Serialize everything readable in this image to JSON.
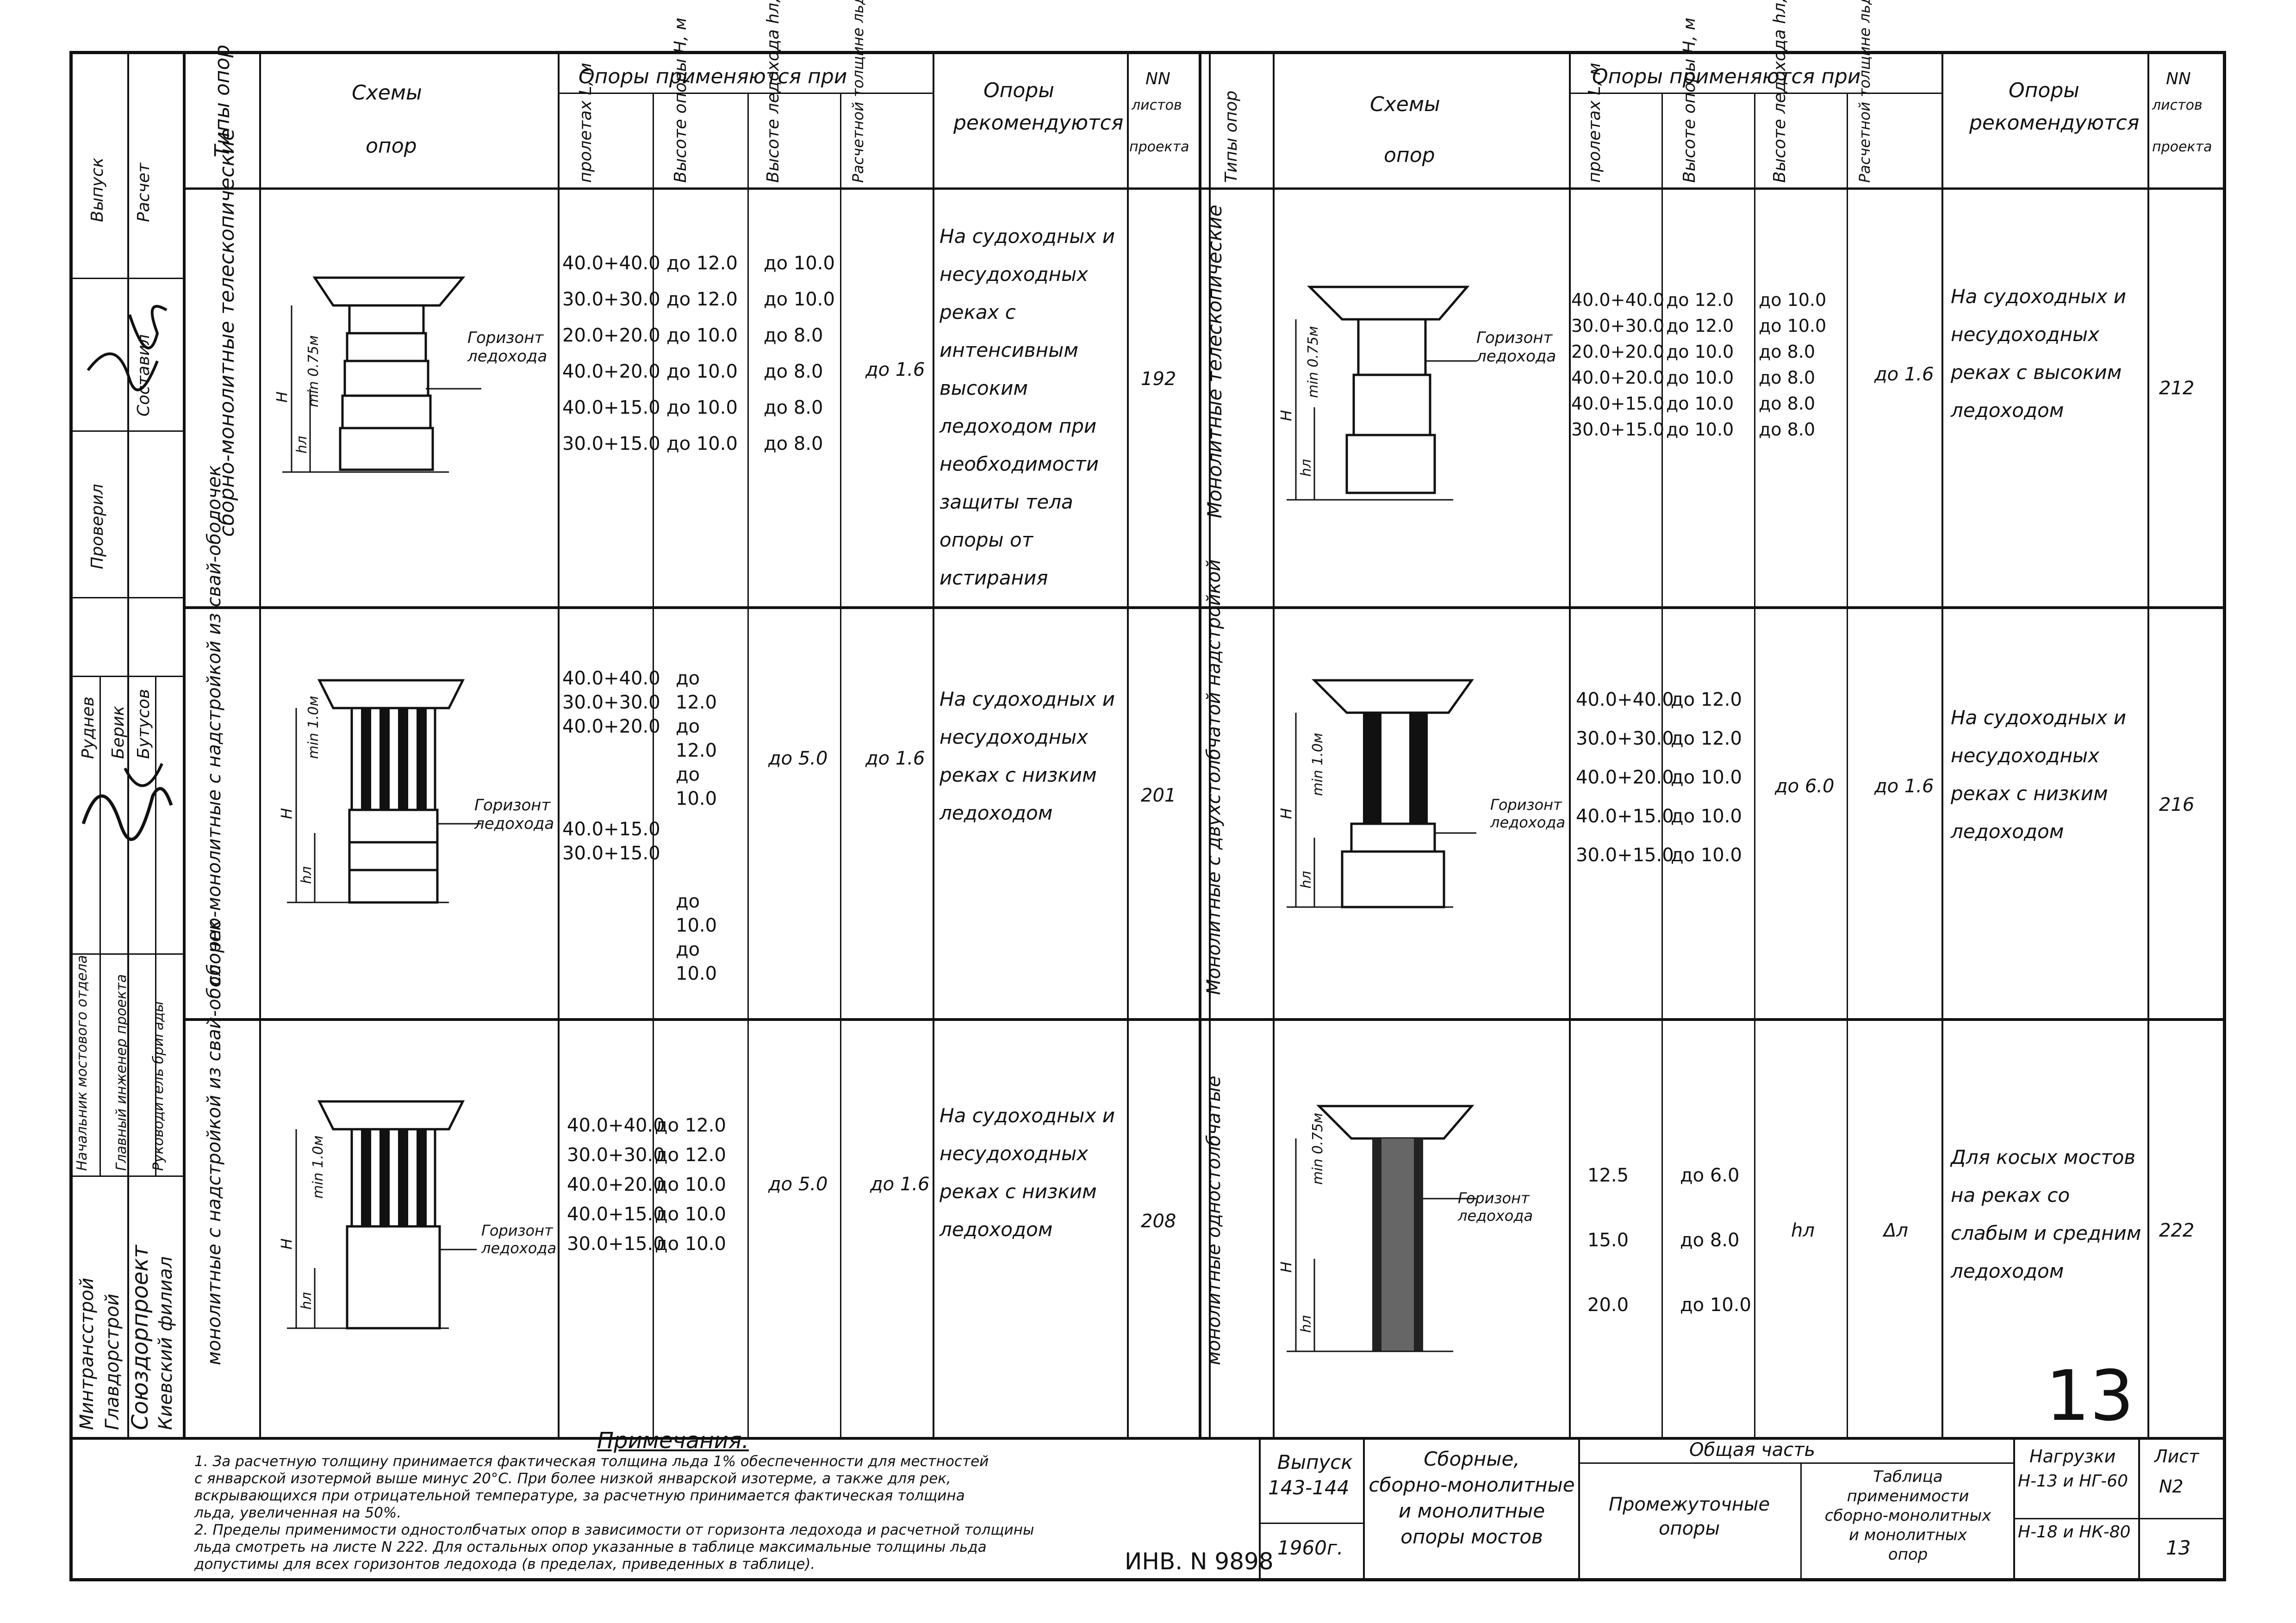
{
  "side_stamp": {
    "roles": [
      "Выпуск",
      "Расчет",
      "Составил",
      "Проверил",
      "Руднев",
      "Берик",
      "Бутусов"
    ],
    "positions": [
      "Начальник мостового отдела",
      "Главный инженер проекта",
      "Руководитель бригады"
    ],
    "org_lines": [
      "Минтрансстрой",
      "Главдорстрой",
      "Союздорпроект",
      "Киевский филиал"
    ]
  },
  "headers": {
    "type": "Типы опор",
    "schemes_l1": "Схемы",
    "schemes_l2": "опор",
    "applied": "Опоры применяются при",
    "span": "пролетах L, м",
    "height": "Высоте опоры H, м",
    "ice_height": "Высоте ледохода hл, м",
    "ice_thickness": "Расчетной толщине льда, м",
    "recommended_l1": "Опоры",
    "recommended_l2": "рекомендуются",
    "sheet_no_l1": "NN",
    "sheet_no_l2": "листов",
    "sheet_no_l3": "проекта"
  },
  "left_rows": [
    {
      "type": "сборно-монолитные телескопические",
      "min_label": "min 0.75м",
      "ice_label": "Горизонт ледохода",
      "spans": [
        "40.0+40.0",
        "30.0+30.0",
        "20.0+20.0",
        "40.0+20.0",
        "40.0+15.0",
        "30.0+15.0"
      ],
      "heights": [
        "до 12.0",
        "до 12.0",
        "до 10.0",
        "до 10.0",
        "до 10.0",
        "до 10.0"
      ],
      "ice_heights": [
        "до 10.0",
        "до 10.0",
        "до 8.0",
        "до 8.0",
        "до 8.0",
        "до 8.0"
      ],
      "ice_thickness": "до 1.6",
      "recommended": "На судоходных и несудоходных реках с интенсивным высоким ледоходом при необходимости защиты тела опоры от истирания",
      "sheet": "192"
    },
    {
      "type": "сборно-монолитные с надстройкой из свай-оболочек",
      "min_label": "min 1.0м",
      "ice_label": "Горизонт ледохода",
      "spans": [
        "40.0+40.0",
        "30.0+30.0",
        "40.0+20.0",
        "40.0+15.0",
        "30.0+15.0"
      ],
      "heights": [
        "до 12.0",
        "до 12.0",
        "до 10.0",
        "до 10.0",
        "до 10.0"
      ],
      "ice_heights": [
        "до 5.0"
      ],
      "ice_thickness": "до 1.6",
      "recommended": "На судоходных и несудоходных реках с низким ледоходом",
      "sheet": "201"
    },
    {
      "type": "монолитные с надстройкой из свай-оболочек",
      "min_label": "min 1.0м",
      "ice_label": "Горизонт ледохода",
      "spans": [
        "40.0+40.0",
        "30.0+30.0",
        "40.0+20.0",
        "40.0+15.0",
        "30.0+15.0"
      ],
      "heights": [
        "до 12.0",
        "до 12.0",
        "до 10.0",
        "до 10.0",
        "до 10.0"
      ],
      "ice_heights": [
        "до 5.0"
      ],
      "ice_thickness": "до 1.6",
      "recommended": "На судоходных и несудоходных реках с низким ледоходом",
      "sheet": "208"
    }
  ],
  "right_rows": [
    {
      "type": "Монолитные телескопические",
      "min_label": "min 0.75м",
      "ice_label": "Горизонт ледохода",
      "spans": [
        "40.0+40.0",
        "30.0+30.0",
        "20.0+20.0",
        "40.0+20.0",
        "40.0+15.0",
        "30.0+15.0"
      ],
      "heights": [
        "до 12.0",
        "до 12.0",
        "до 10.0",
        "до 10.0",
        "до 10.0",
        "до 10.0"
      ],
      "ice_heights": [
        "до 10.0",
        "до 10.0",
        "до 8.0",
        "до 8.0",
        "до 8.0",
        "до 8.0"
      ],
      "ice_thickness": "до 1.6",
      "recommended": "На судоходных и несудоходных реках с высоким ледоходом",
      "sheet": "212"
    },
    {
      "type": "Монолитные с двухстолбчатой надстройкой",
      "min_label": "min 1.0м",
      "ice_label": "Горизонт ледохода",
      "spans": [
        "40.0+40.0",
        "30.0+30.0",
        "40.0+20.0",
        "40.0+15.0",
        "30.0+15.0"
      ],
      "heights": [
        "до 12.0",
        "до 12.0",
        "до 10.0",
        "до 10.0",
        "до 10.0"
      ],
      "ice_heights": [
        "до 6.0"
      ],
      "ice_thickness": "до 1.6",
      "recommended": "На судоходных и несудоходных реках с низким ледоходом",
      "sheet": "216"
    },
    {
      "type": "монолитные одностолбчатые",
      "min_label": "min 0.75м",
      "ice_label": "Горизонт ледохода",
      "spans": [
        "12.5",
        "15.0",
        "20.0"
      ],
      "heights": [
        "до 6.0",
        "до 8.0",
        "до 10.0"
      ],
      "ice_heights": [
        "hл"
      ],
      "ice_thickness": "Δл",
      "recommended": "Для косых мостов на реках со слабым и средним ледоходом",
      "sheet": "222"
    }
  ],
  "notes": {
    "title": "Примечания.",
    "lines": [
      "1. За расчетную толщину принимается фактическая толщина льда 1% обеспеченности для местностей",
      "с январской изотермой выше минус 20°С. При более низкой январской изотерме, а также для рек,",
      "вскрывающихся при отрицательной температуре, за расчетную принимается фактическая толщина",
      "льда, увеличенная на 50%.",
      "2. Пределы применимости одностолбчатых опор в зависимости от горизонта ледохода и расчетной толщины",
      "льда смотреть на листе N 222. Для остальных опор указанные в таблице максимальные толщины льда",
      "допустимы для всех горизонтов ледохода (в пределах, приведенных в таблице)."
    ]
  },
  "inventory": "ИНВ. N 9898",
  "title_block": {
    "issue_label": "Выпуск",
    "issue_value": "143-144",
    "year": "1960г.",
    "title_lines": [
      "Сборные,",
      "сборно-монолитные",
      "и монолитные",
      "опоры мостов"
    ],
    "general_part": "Общая часть",
    "section_lines": [
      "Промежуточные",
      "опоры"
    ],
    "table_lines": [
      "Таблица",
      "применимости",
      "сборно-монолитных",
      "и монолитных",
      "опор"
    ],
    "loads_label": "Нагрузки",
    "loads_lines": [
      "Н-13 и НГ-60",
      "Н-18 и НК-80"
    ],
    "sheet_label": "Лист",
    "sheet_value": "N2",
    "page_value": "13"
  },
  "corner_number": "13"
}
